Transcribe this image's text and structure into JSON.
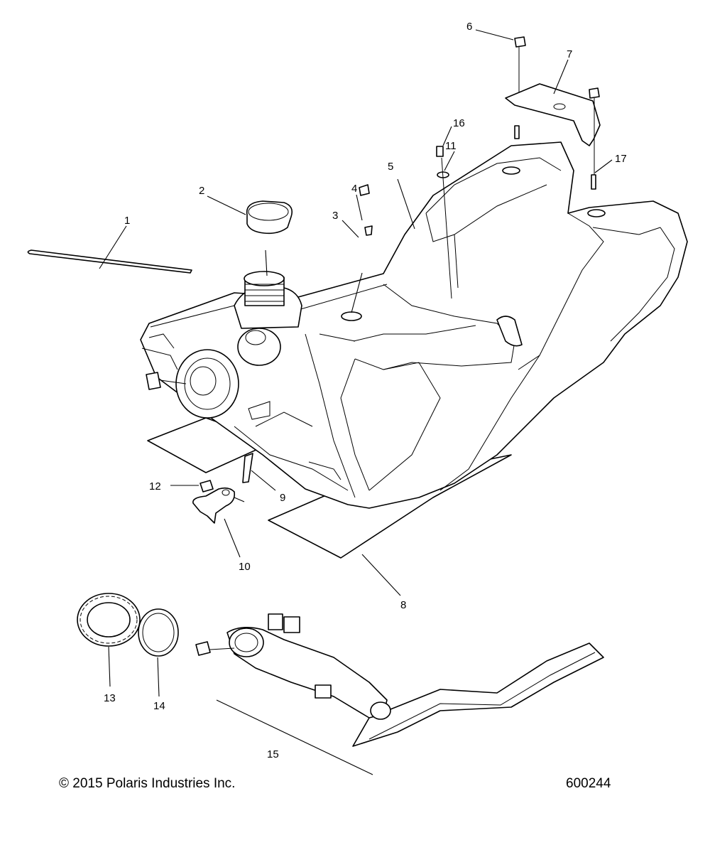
{
  "callouts": {
    "c1": "1",
    "c2": "2",
    "c3": "3",
    "c4": "4",
    "c5": "5",
    "c6": "6",
    "c7": "7",
    "c8": "8",
    "c9": "9",
    "c10": "10",
    "c11": "11",
    "c12": "12",
    "c13": "13",
    "c14": "14",
    "c15": "15",
    "c16": "16",
    "c17": "17"
  },
  "footer": {
    "copyright": "© 2015 Polaris Industries Inc.",
    "figure_number": "600244"
  }
}
